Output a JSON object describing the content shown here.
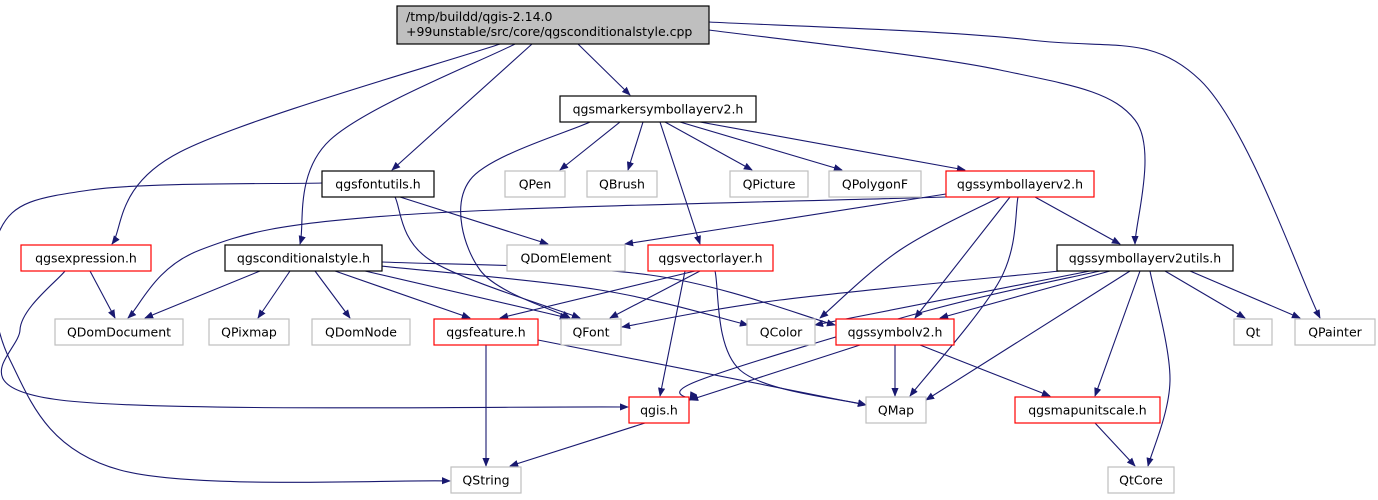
{
  "diagram": {
    "colors": {
      "edge": "#191970",
      "root_fill": "#bfbfbf",
      "root_border": "#000000",
      "documented_border": "#000000",
      "truncated_border": "#ff0000",
      "external_border": "#bfbfbf",
      "external_text": "#000000"
    },
    "nodes": [
      {
        "id": "root",
        "label": "/tmp/buildd/qgis-2.14.0\n+99unstable/src/core/qgsconditionalstyle.cpp",
        "kind": "root"
      },
      {
        "id": "qgsmarkersymbollayerv2",
        "label": "qgsmarkersymbollayerv2.h",
        "kind": "documented"
      },
      {
        "id": "qgsfontutils",
        "label": "qgsfontutils.h",
        "kind": "documented"
      },
      {
        "id": "QPen",
        "label": "QPen",
        "kind": "external"
      },
      {
        "id": "QBrush",
        "label": "QBrush",
        "kind": "external"
      },
      {
        "id": "QPicture",
        "label": "QPicture",
        "kind": "external"
      },
      {
        "id": "QPolygonF",
        "label": "QPolygonF",
        "kind": "external"
      },
      {
        "id": "qgssymbollayerv2",
        "label": "qgssymbollayerv2.h",
        "kind": "truncated"
      },
      {
        "id": "qgsexpression",
        "label": "qgsexpression.h",
        "kind": "truncated"
      },
      {
        "id": "qgsconditionalstyle",
        "label": "qgsconditionalstyle.h",
        "kind": "documented"
      },
      {
        "id": "QDomElement",
        "label": "QDomElement",
        "kind": "external"
      },
      {
        "id": "qgsvectorlayer",
        "label": "qgsvectorlayer.h",
        "kind": "truncated"
      },
      {
        "id": "qgssymbollayerv2utils",
        "label": "qgssymbollayerv2utils.h",
        "kind": "documented"
      },
      {
        "id": "QDomDocument",
        "label": "QDomDocument",
        "kind": "external"
      },
      {
        "id": "QPixmap",
        "label": "QPixmap",
        "kind": "external"
      },
      {
        "id": "QDomNode",
        "label": "QDomNode",
        "kind": "external"
      },
      {
        "id": "qgsfeature",
        "label": "qgsfeature.h",
        "kind": "truncated"
      },
      {
        "id": "QFont",
        "label": "QFont",
        "kind": "external"
      },
      {
        "id": "QColor",
        "label": "QColor",
        "kind": "external"
      },
      {
        "id": "qgssymbolv2",
        "label": "qgssymbolv2.h",
        "kind": "truncated"
      },
      {
        "id": "Qt",
        "label": "Qt",
        "kind": "external"
      },
      {
        "id": "QPainter",
        "label": "QPainter",
        "kind": "external"
      },
      {
        "id": "qgis",
        "label": "qgis.h",
        "kind": "truncated"
      },
      {
        "id": "QMap",
        "label": "QMap",
        "kind": "external"
      },
      {
        "id": "qgsmapunitscale",
        "label": "qgsmapunitscale.h",
        "kind": "truncated"
      },
      {
        "id": "QString",
        "label": "QString",
        "kind": "external"
      },
      {
        "id": "QtCore",
        "label": "QtCore",
        "kind": "external"
      }
    ],
    "edges": [
      [
        "root",
        "qgsmarkersymbollayerv2"
      ],
      [
        "root",
        "qgsfontutils"
      ],
      [
        "root",
        "qgsexpression"
      ],
      [
        "root",
        "qgsconditionalstyle"
      ],
      [
        "root",
        "qgssymbollayerv2utils"
      ],
      [
        "root",
        "QPainter"
      ],
      [
        "qgsmarkersymbollayerv2",
        "QPen"
      ],
      [
        "qgsmarkersymbollayerv2",
        "QBrush"
      ],
      [
        "qgsmarkersymbollayerv2",
        "QPicture"
      ],
      [
        "qgsmarkersymbollayerv2",
        "QPolygonF"
      ],
      [
        "qgsmarkersymbollayerv2",
        "qgssymbollayerv2"
      ],
      [
        "qgsmarkersymbollayerv2",
        "qgsvectorlayer"
      ],
      [
        "qgsmarkersymbollayerv2",
        "QFont"
      ],
      [
        "qgsfontutils",
        "QDomElement"
      ],
      [
        "qgsfontutils",
        "QFont"
      ],
      [
        "qgsfontutils",
        "QString"
      ],
      [
        "qgssymbollayerv2",
        "QDomElement"
      ],
      [
        "qgssymbollayerv2",
        "QDomDocument"
      ],
      [
        "qgssymbollayerv2",
        "qgssymbollayerv2utils"
      ],
      [
        "qgssymbollayerv2",
        "QColor"
      ],
      [
        "qgssymbollayerv2",
        "qgssymbolv2"
      ],
      [
        "qgssymbollayerv2",
        "QMap"
      ],
      [
        "qgsexpression",
        "QDomDocument"
      ],
      [
        "qgsexpression",
        "qgis"
      ],
      [
        "qgsconditionalstyle",
        "QDomDocument"
      ],
      [
        "qgsconditionalstyle",
        "QPixmap"
      ],
      [
        "qgsconditionalstyle",
        "QDomNode"
      ],
      [
        "qgsconditionalstyle",
        "qgsfeature"
      ],
      [
        "qgsconditionalstyle",
        "QFont"
      ],
      [
        "qgsconditionalstyle",
        "QColor"
      ],
      [
        "qgsconditionalstyle",
        "qgssymbolv2"
      ],
      [
        "qgsvectorlayer",
        "qgsfeature"
      ],
      [
        "qgsvectorlayer",
        "QFont"
      ],
      [
        "qgsvectorlayer",
        "qgis"
      ],
      [
        "qgsvectorlayer",
        "QMap"
      ],
      [
        "qgssymbollayerv2utils",
        "QFont"
      ],
      [
        "qgssymbollayerv2utils",
        "QColor"
      ],
      [
        "qgssymbollayerv2utils",
        "qgssymbolv2"
      ],
      [
        "qgssymbollayerv2utils",
        "Qt"
      ],
      [
        "qgssymbollayerv2utils",
        "QPainter"
      ],
      [
        "qgssymbollayerv2utils",
        "qgis"
      ],
      [
        "qgssymbollayerv2utils",
        "QMap"
      ],
      [
        "qgssymbollayerv2utils",
        "qgsmapunitscale"
      ],
      [
        "qgssymbollayerv2utils",
        "QtCore"
      ],
      [
        "qgsfeature",
        "QString"
      ],
      [
        "qgsfeature",
        "QMap"
      ],
      [
        "qgssymbolv2",
        "qgis"
      ],
      [
        "qgssymbolv2",
        "QMap"
      ],
      [
        "qgssymbolv2",
        "qgsmapunitscale"
      ],
      [
        "qgis",
        "QString"
      ],
      [
        "qgsmapunitscale",
        "QtCore"
      ]
    ]
  }
}
